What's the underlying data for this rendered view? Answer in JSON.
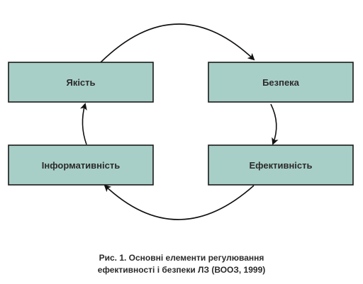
{
  "nodes": {
    "quality": "Якість",
    "safety": "Безпека",
    "informativeness": "Інформативність",
    "efficacy": "Ефективність"
  },
  "caption": {
    "line1": "Рис. 1. Основні елементи регулювання",
    "line2": "ефективності і безпеки ЛЗ (ВООЗ, 1999)"
  },
  "colors": {
    "node_fill": "#a8cfc7",
    "stroke": "#111111"
  }
}
